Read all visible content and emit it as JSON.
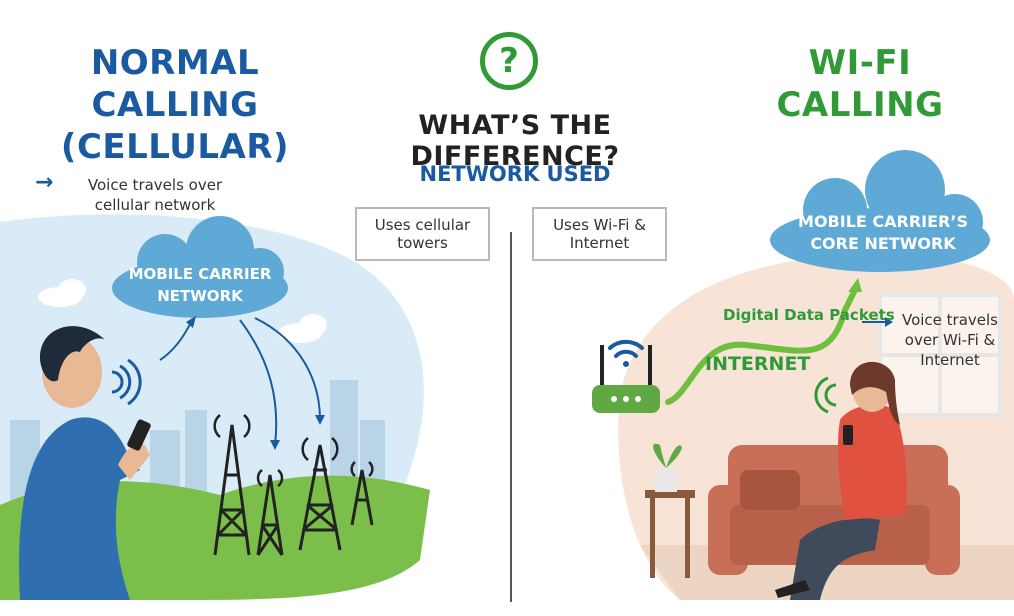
{
  "left": {
    "title_line1": "NORMAL CALLING",
    "title_line2": "(CELLULAR)",
    "note": "Voice travels over cellular network",
    "cloud_label": "MOBILE CARRIER NETWORK",
    "box_text": "Uses cellular towers"
  },
  "center": {
    "question_mark": "?",
    "title": "WHAT’S THE DIFFERENCE?",
    "network_used": "NETWORK USED"
  },
  "right": {
    "title": "WI-FI CALLING",
    "box_text": "Uses Wi-Fi & Internet",
    "cloud_label": "MOBILE CARRIER’S CORE NETWORK",
    "packets_label": "Digital Data Packets",
    "internet_label": "INTERNET",
    "note": "Voice travels over Wi-Fi & Internet"
  },
  "colors": {
    "blue": "#1a5aa0",
    "green": "#2f9a36",
    "cloud": "#5fa9d6"
  }
}
